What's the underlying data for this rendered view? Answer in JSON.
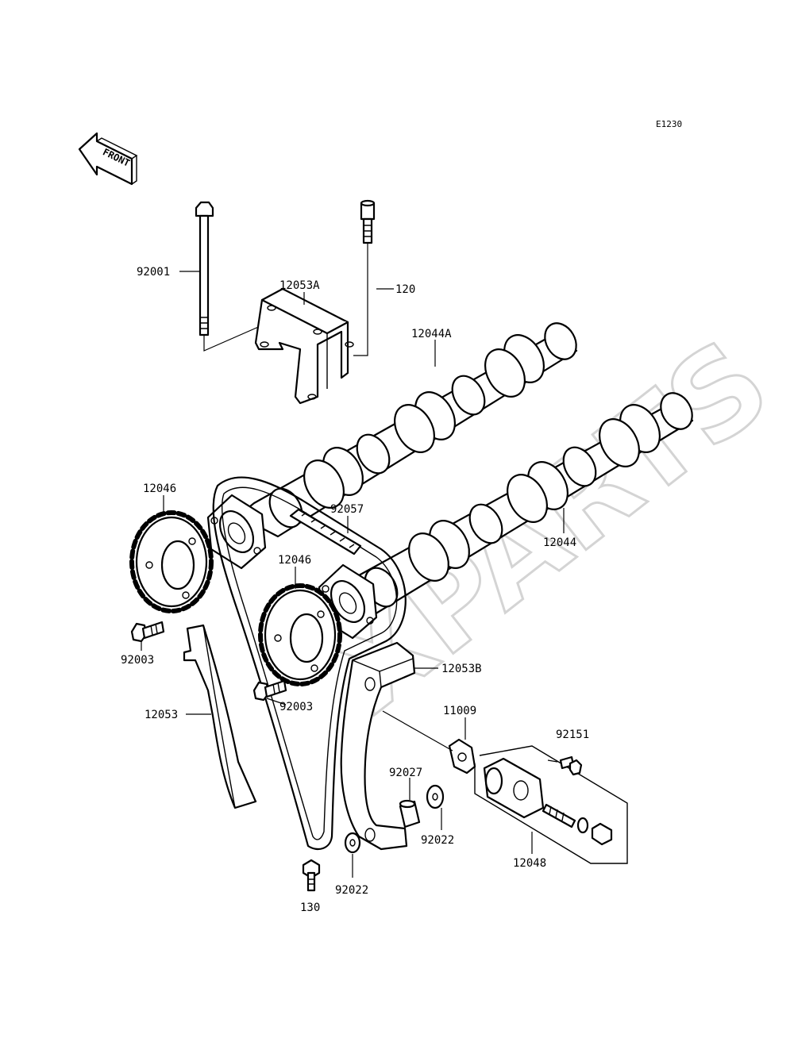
{
  "diagram": {
    "ref_code": "E1230",
    "front_label": "FRONT",
    "watermark": "XPARTS",
    "colors": {
      "ink": "#000000",
      "background": "#ffffff",
      "watermark": "#d4d4d4"
    },
    "labels": {
      "l92001": "92001",
      "l12053A": "12053A",
      "l120": "120",
      "l12044A": "12044A",
      "l12046a": "12046",
      "l92057": "92057",
      "l12044": "12044",
      "l12046b": "12046",
      "l92003a": "92003",
      "l12053B": "12053B",
      "l12053": "12053",
      "l92003b": "92003",
      "l11009": "11009",
      "l92151": "92151",
      "l92027": "92027",
      "l92022a": "92022",
      "l12048": "12048",
      "l92022b": "92022",
      "l130": "130"
    }
  }
}
